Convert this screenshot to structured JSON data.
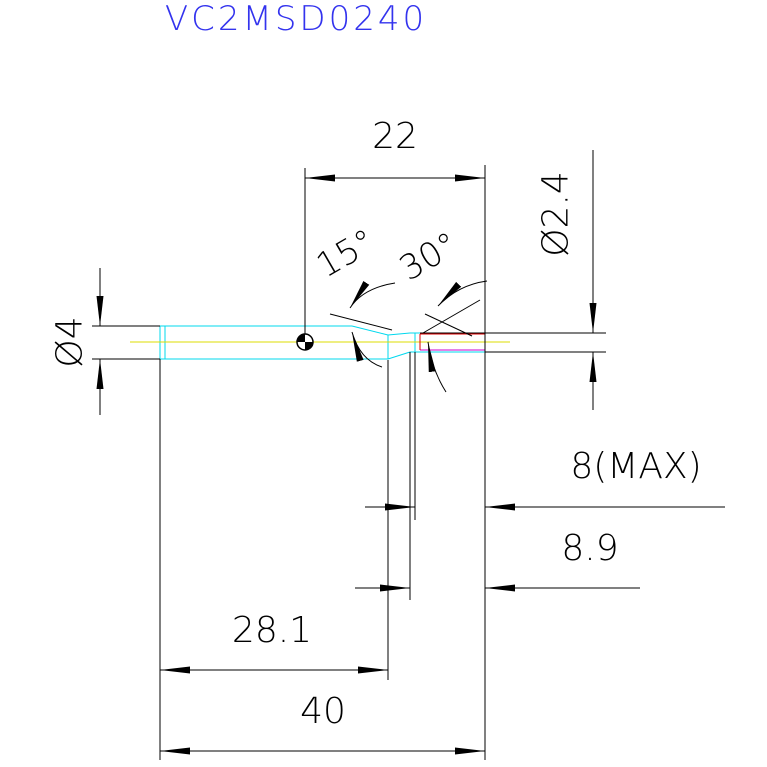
{
  "title": "VC2MSD0240",
  "dimensions": {
    "d_shank": "Ø4",
    "d_tip": "Ø2.4",
    "tip_length": "22",
    "angle_15": "15°",
    "angle_30": "30°",
    "max_depth": "8(MAX)",
    "d_89": "8.9",
    "d_281": "28.1",
    "total_length": "40"
  },
  "colors": {
    "line": "#000000",
    "title": "#3333ee",
    "tool_outline": "#00d8ee",
    "center_line": "#dddd00",
    "tip_red": "#dd0000",
    "tip_magenta": "#cc00cc"
  }
}
